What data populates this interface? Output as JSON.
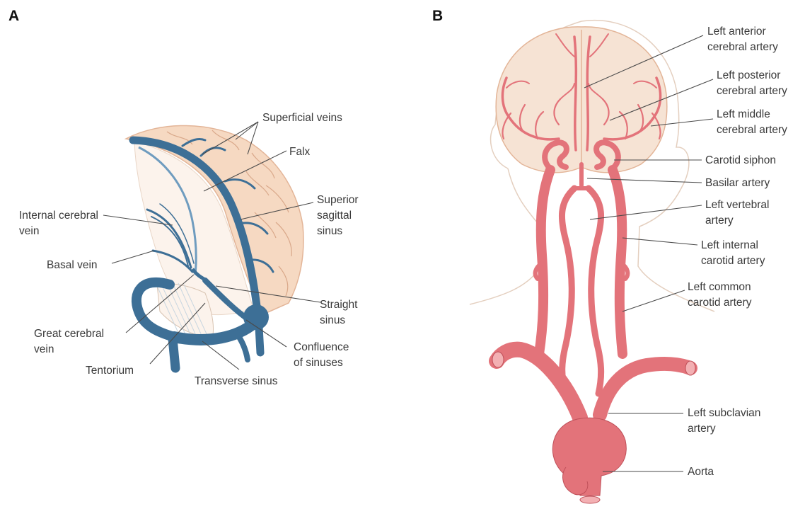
{
  "colors": {
    "vein": "#3d6f96",
    "vein_light": "#6f9cbf",
    "brain": "#f6d9c2",
    "brain_edge": "#e3b598",
    "artery": "#e3737a",
    "artery_dark": "#bf5059",
    "head_outline": "#e4cfbf",
    "label_text": "#3a3a3a"
  },
  "panel_a": {
    "letter": "A",
    "labels": {
      "superficial_veins": "Superficial veins",
      "falx": "Falx",
      "superior_sagittal_1": "Superior",
      "superior_sagittal_2": "sagittal",
      "superior_sagittal_3": "sinus",
      "internal_cerebral_1": "Internal cerebral",
      "internal_cerebral_2": "vein",
      "basal_vein": "Basal vein",
      "straight_sinus_1": "Straight",
      "straight_sinus_2": "sinus",
      "great_cerebral_1": "Great cerebral",
      "great_cerebral_2": "vein",
      "confluence_1": "Confluence",
      "confluence_2": "of sinuses",
      "tentorium": "Tentorium",
      "transverse_sinus": "Transverse sinus"
    }
  },
  "panel_b": {
    "letter": "B",
    "labels": {
      "left_anterior_1": "Left anterior",
      "left_anterior_2": "cerebral artery",
      "left_posterior_1": "Left posterior",
      "left_posterior_2": "cerebral artery",
      "left_middle_1": "Left middle",
      "left_middle_2": "cerebral artery",
      "carotid_siphon": "Carotid siphon",
      "basilar_artery": "Basilar artery",
      "left_vertebral_1": "Left vertebral",
      "left_vertebral_2": "artery",
      "left_internal_1": "Left internal",
      "left_internal_2": "carotid artery",
      "left_common_1": "Left common",
      "left_common_2": "carotid artery",
      "left_subclavian_1": "Left subclavian",
      "left_subclavian_2": "artery",
      "aorta": "Aorta"
    }
  }
}
